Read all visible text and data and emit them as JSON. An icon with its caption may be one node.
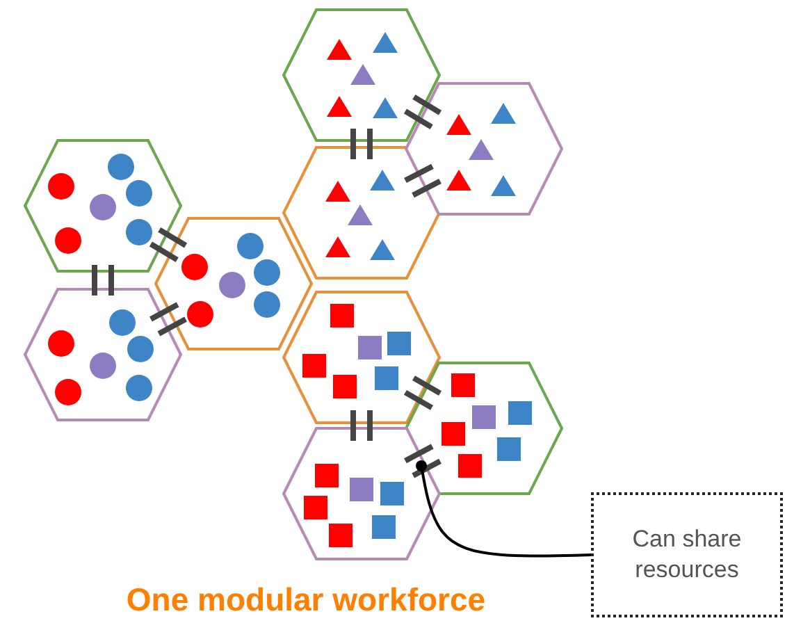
{
  "diagram": {
    "title": "One modular workforce",
    "nodes": [
      {
        "text": [],
        "shape": "hexagon"
      },
      {
        "text": [],
        "shape": "hexagon"
      },
      {
        "text": [],
        "shape": "hexagon"
      },
      {
        "text": [],
        "shape": "hexagon"
      },
      {
        "text": [],
        "shape": "hexagon"
      },
      {
        "text": [],
        "shape": "hexagon"
      },
      {
        "text": [],
        "shape": "hexagon"
      },
      {
        "text": [],
        "shape": "hexagon"
      },
      {
        "text": [],
        "shape": "hexagon"
      },
      {
        "text": [
          "Can share resources"
        ]
      }
    ],
    "edges": [
      {
        "from": 0,
        "to": 1,
        "arrow": "none"
      },
      {
        "from": 0,
        "to": 1,
        "arrow": "none"
      },
      {
        "from": 0,
        "to": 2,
        "arrow": "none"
      },
      {
        "from": 0,
        "to": 2,
        "arrow": "none"
      },
      {
        "from": 1,
        "to": 2,
        "arrow": "none"
      },
      {
        "from": 1,
        "to": 2,
        "arrow": "none"
      },
      {
        "from": 3,
        "to": 4,
        "arrow": "none"
      },
      {
        "from": 3,
        "to": 4,
        "arrow": "none"
      },
      {
        "from": 3,
        "to": 5,
        "arrow": "none"
      },
      {
        "from": 3,
        "to": 5,
        "arrow": "none"
      },
      {
        "from": 4,
        "to": 5,
        "arrow": "none"
      },
      {
        "from": 4,
        "to": 5,
        "arrow": "none"
      },
      {
        "from": 6,
        "to": 7,
        "arrow": "none"
      },
      {
        "from": 6,
        "to": 7,
        "arrow": "none"
      },
      {
        "from": 6,
        "to": 8,
        "arrow": "none"
      },
      {
        "from": 6,
        "to": 8,
        "arrow": "none"
      },
      {
        "from": 7,
        "to": 8,
        "arrow": "none"
      },
      {
        "from": 7,
        "to": 8,
        "arrow": "none"
      },
      {
        "from": 9,
        "to": 7,
        "arrow": "other"
      }
    ]
  }
}
